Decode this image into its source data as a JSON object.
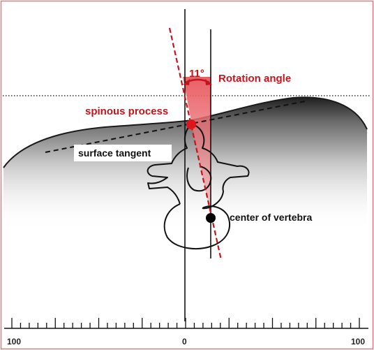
{
  "labels": {
    "angle_value": "11°",
    "rotation_angle": "Rotation angle",
    "spinous_process": "spinous process",
    "surface_tangent": "surface tangent",
    "center_of_vertebra": "center of vertebra"
  },
  "ruler": {
    "left_label": "100",
    "center_label": "0",
    "right_label": "100"
  },
  "colors": {
    "accent_red": "#c0161d",
    "wedge_fill": "#e8575c",
    "frame": "#e07a7a",
    "line": "#111111"
  }
}
